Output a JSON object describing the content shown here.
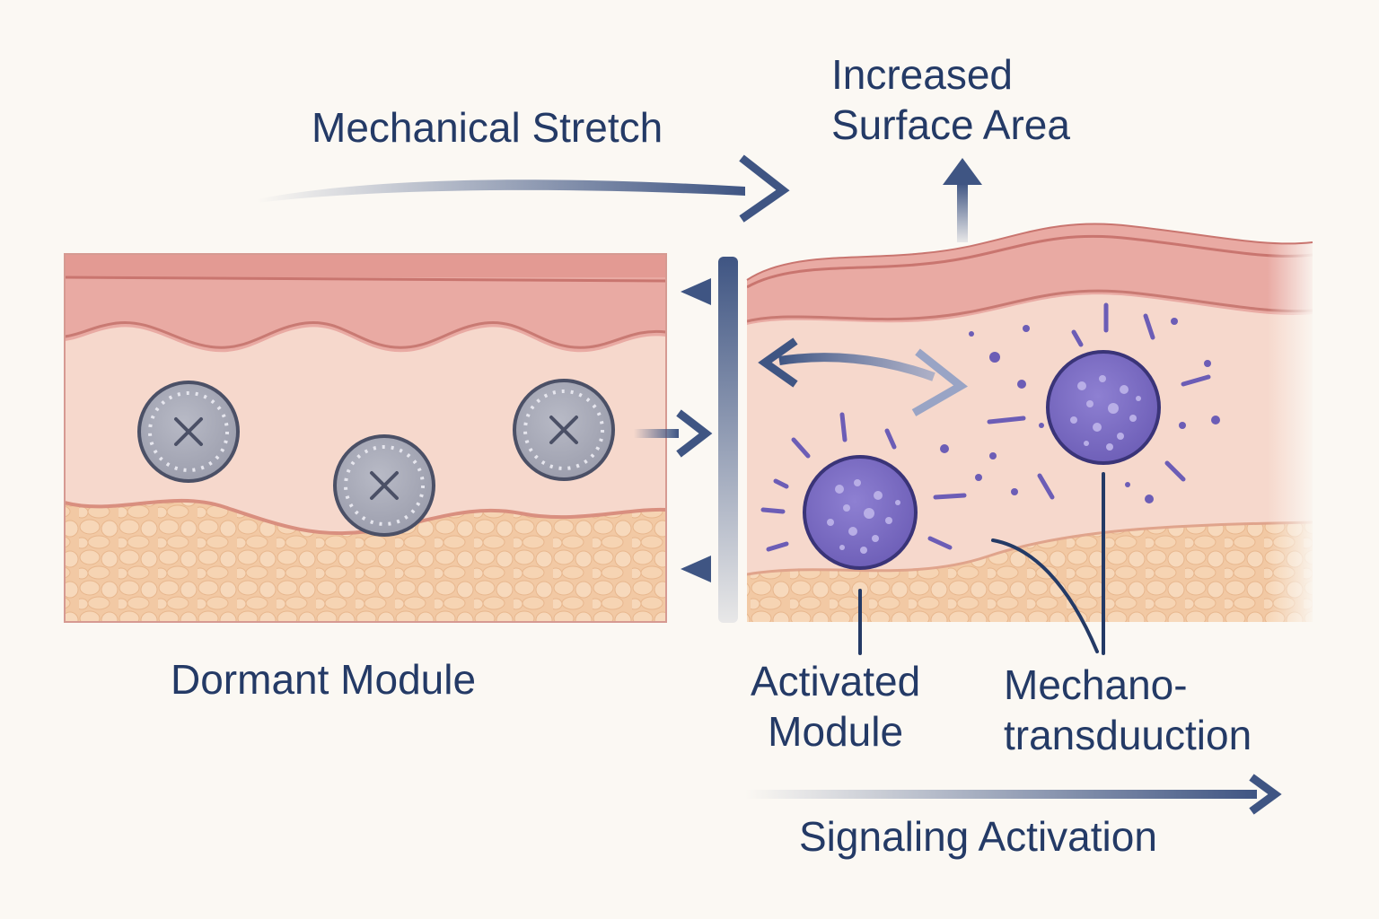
{
  "labels": {
    "mechanical_stretch": "Mechanical Stretch",
    "increased_surface_area": [
      "Increased",
      "Surface Area"
    ],
    "dormant_module": "Dormant Module",
    "activated_module": [
      "Activated",
      "Module"
    ],
    "mechanotransduction": [
      "Mechano-",
      "transduuction"
    ],
    "signaling_activation": "Signaling Activation"
  },
  "colors": {
    "background": "#fbf8f3",
    "text": "#243a66",
    "arrow": "#3f5583",
    "epidermis": "#e6a39d",
    "dermis": "#f6d8cc",
    "fat": "#f2c9a4",
    "dormant_module": "#a5a7b4",
    "activated_module": "#7a6cc2"
  },
  "icons": [
    "dormant-module-x-icon",
    "activated-module-icon",
    "arrow-icon"
  ]
}
